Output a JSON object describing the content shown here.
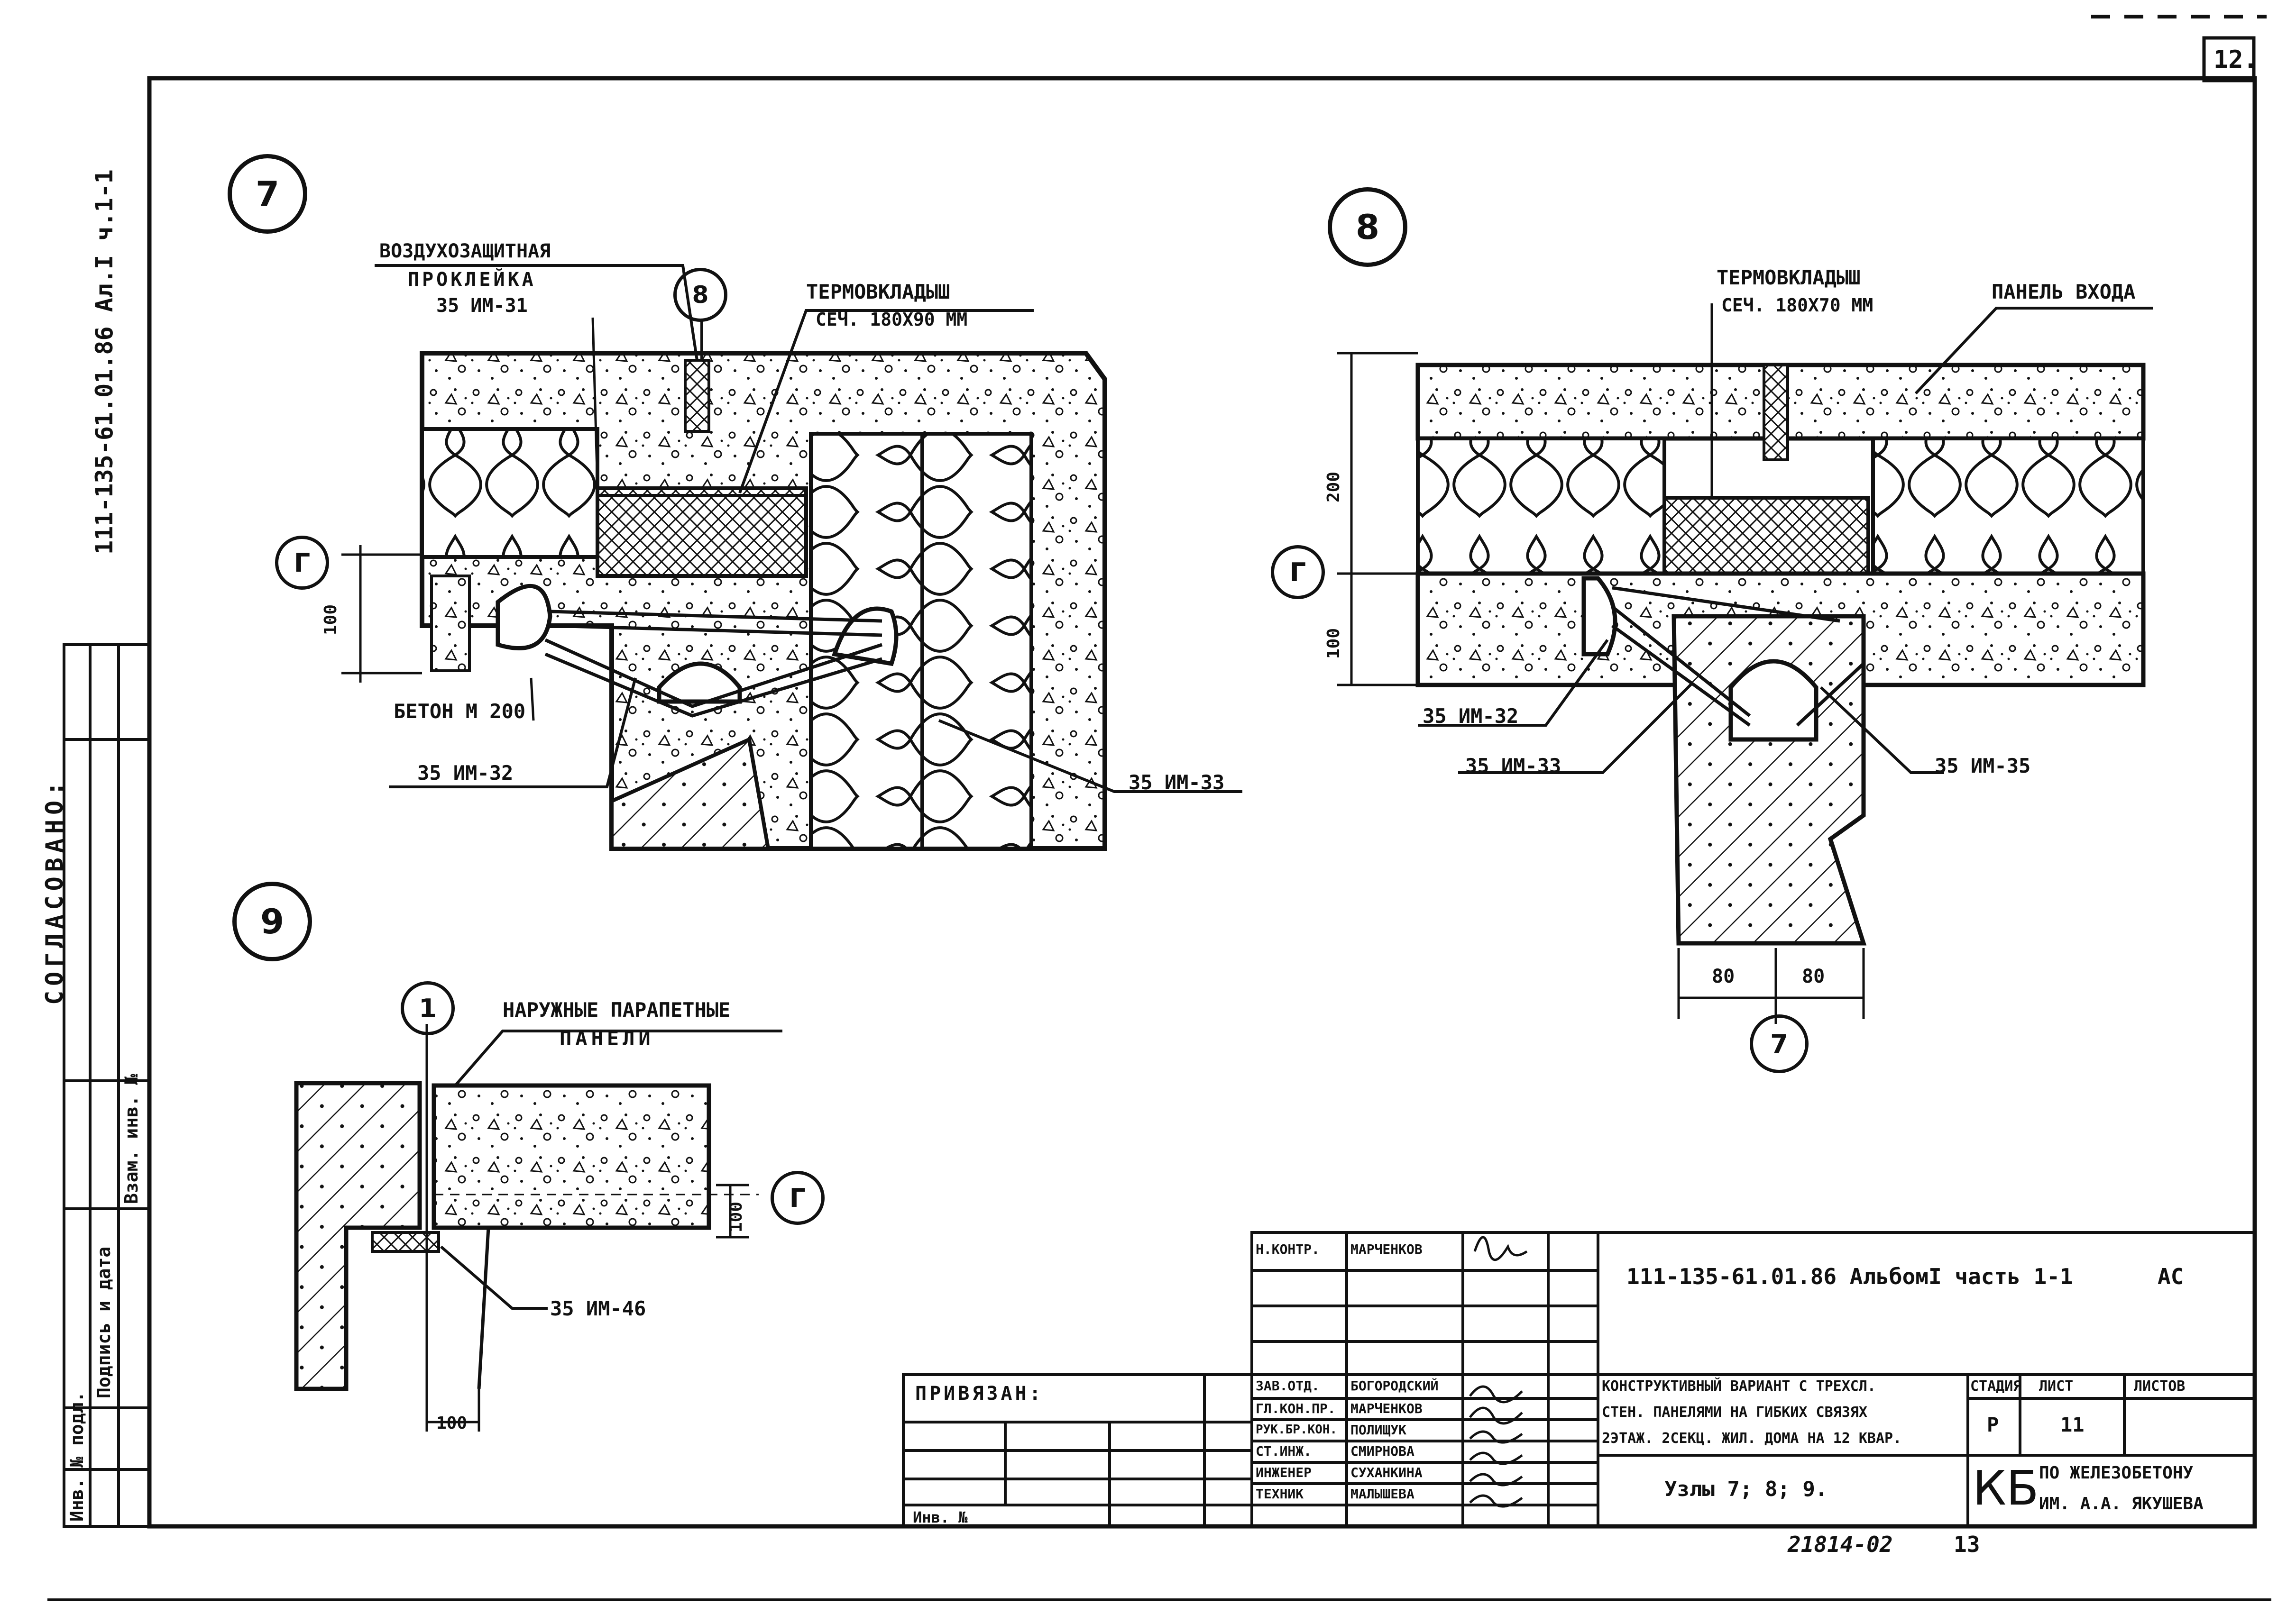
{
  "sheet": {
    "sheet_number": "12.",
    "stamp_number": "21814-02",
    "stamp_page": "13"
  },
  "side_strip": {
    "doc_code": "111-135-61.01.86 Ал.I ч.1-1",
    "agreed": "СОГЛАСОВАНО:",
    "col_inv_podl": "Инв. № подл.",
    "col_sign_date": "Подпись и дата",
    "col_vzam": "Взам. инв. №"
  },
  "detail7": {
    "number": "7",
    "label_gasket": "ВОЗДУХОЗАЩИТНАЯ",
    "label_gasket2": "ПРОКЛЕЙКА",
    "label_im31": "35 ИМ-31",
    "ref8": "8",
    "label_insert": "ТЕРМОВКЛАДЫШ",
    "label_insert_size": "СЕЧ. 180Х90 ММ",
    "axis": "Г",
    "dim_100": "100",
    "label_concrete": "БЕТОН М 200",
    "label_im32": "35 ИМ-32",
    "label_im33": "35 ИМ-33"
  },
  "detail8": {
    "number": "8",
    "label_insert": "ТЕРМОВКЛАДЫШ",
    "label_insert_size": "СЕЧ. 180Х70 ММ",
    "label_panel": "ПАНЕЛЬ ВХОДА",
    "axis": "Г",
    "dim_200": "200",
    "dim_100": "100",
    "label_im32": "35 ИМ-32",
    "label_im33": "35 ИМ-33",
    "label_im35": "35 ИМ-35",
    "dim_80a": "80",
    "dim_80b": "80",
    "ref7": "7"
  },
  "detail9": {
    "number": "9",
    "axis1": "1",
    "label_panels": "НАРУЖНЫЕ ПАРАПЕТНЫЕ",
    "label_panels2": "ПАНЕЛИ",
    "axis": "Г",
    "dim_100v": "100",
    "dim_100h": "100",
    "label_im46": "35 ИМ-46"
  },
  "title_block": {
    "doc_code": "111-135-61.01.86 АльбомI часть 1-1",
    "section": "АС",
    "privyazan": "ПРИВЯЗАН:",
    "inv_no": "Инв. №",
    "roles": [
      {
        "role": "Н.КОНТР.",
        "name": "МАРЧЕНКОВ"
      },
      {
        "role": "ЗАВ.ОТД.",
        "name": "БОГОРОДСКИЙ"
      },
      {
        "role": "ГЛ.КОН.ПР.",
        "name": "МАРЧЕНКОВ"
      },
      {
        "role": "РУК.БР.КОН.",
        "name": "ПОЛИЩУК"
      },
      {
        "role": "СТ.ИНЖ.",
        "name": "СМИРНОВА"
      },
      {
        "role": "ИНЖЕНЕР",
        "name": "СУХАНКИНА"
      },
      {
        "role": "ТЕХНИК",
        "name": "МАЛЫШЕВА"
      }
    ],
    "description_lines": [
      "КОНСТРУКТИВНЫЙ ВАРИАНТ С ТРЕХСЛ.",
      "СТЕН. ПАНЕЛЯМИ НА ГИБКИХ СВЯЗЯХ",
      "2ЭТАЖ. 2СЕКЦ. ЖИЛ. ДОМА НА 12 КВАР."
    ],
    "sheet_title": "Узлы 7; 8; 9.",
    "col_stage": "СТАДИЯ",
    "col_sheet": "ЛИСТ",
    "col_sheets": "ЛИСТОВ",
    "stage": "Р",
    "sheet": "11",
    "org_mark": "КБ",
    "org_line1": "ПО ЖЕЛЕЗОБЕТОНУ",
    "org_line2": "ИМ. А.А. ЯКУШЕВА"
  }
}
